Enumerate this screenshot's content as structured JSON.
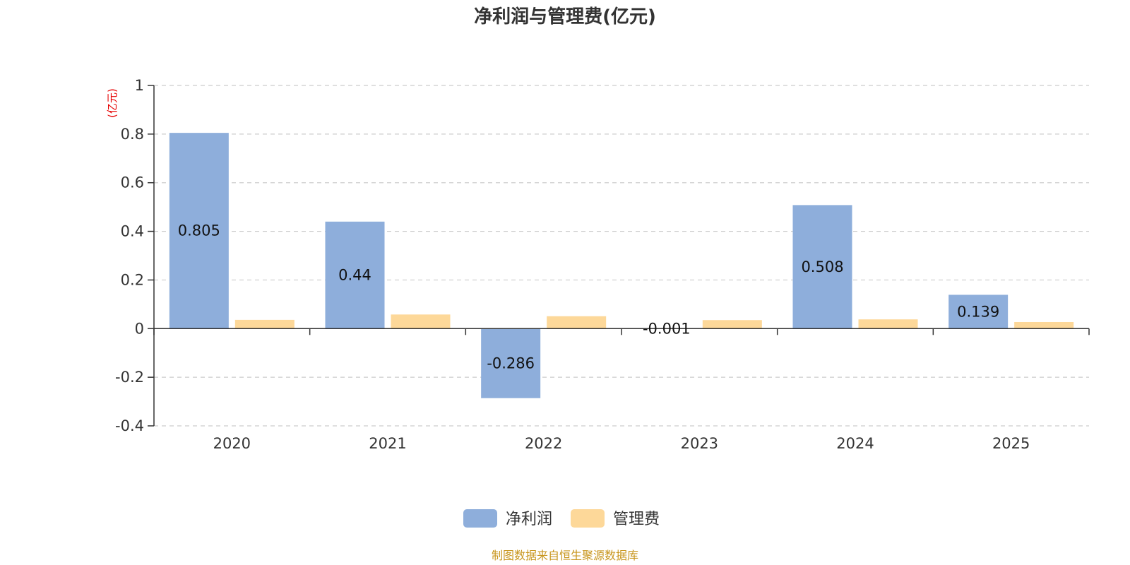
{
  "chart_data": {
    "type": "bar",
    "title": "净利润与管理费(亿元)",
    "y_unit": "(亿元)",
    "categories": [
      "2020",
      "2021",
      "2022",
      "2023",
      "2024",
      "2025"
    ],
    "series": [
      {
        "name": "净利润",
        "color": "#8eaedb",
        "values": [
          0.805,
          0.44,
          -0.286,
          -0.001,
          0.508,
          0.139
        ]
      },
      {
        "name": "管理费",
        "color": "#fdd899",
        "values": [
          0.036,
          0.058,
          0.051,
          0.035,
          0.038,
          0.027
        ]
      }
    ],
    "data_labels": [
      "0.805",
      "0.44",
      "-0.286",
      "-0.001",
      "0.508",
      "0.139"
    ],
    "yticks": [
      "1",
      "0.8",
      "0.6",
      "0.4",
      "0.2",
      "0",
      "-0.2",
      "-0.4"
    ],
    "ylim": [
      -0.4,
      1
    ],
    "grid": true,
    "legend_position": "bottom-center"
  },
  "colors": {
    "unit_label": "#e60000",
    "source_text": "#c8961e"
  },
  "source": "制图数据来自恒生聚源数据库"
}
